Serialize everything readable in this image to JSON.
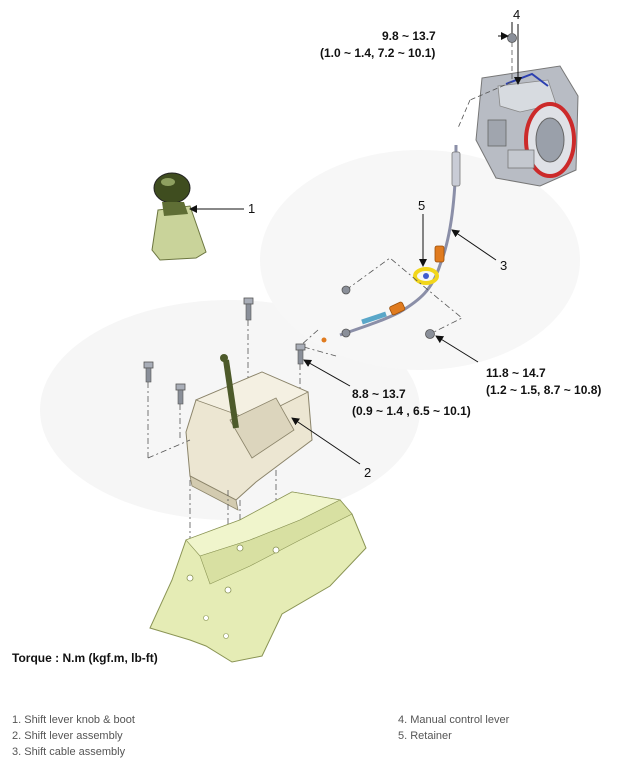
{
  "callouts": {
    "c1": "1",
    "c2": "2",
    "c3": "3",
    "c4": "4",
    "c5": "5"
  },
  "torques": {
    "lever_top": {
      "nm": "9.8 ~ 13.7",
      "alt": "(1.0 ~ 1.4, 7.2 ~ 10.1)"
    },
    "cable_nut": {
      "nm": "11.8 ~ 14.7",
      "alt": "(1.2 ~ 1.5, 8.7 ~ 10.8)"
    },
    "assembly_bolt": {
      "nm": "8.8 ~ 13.7",
      "alt": "(0.9 ~ 1.4 , 6.5 ~ 10.1)"
    }
  },
  "torque_caption": "Torque : N.m (kgf.m, lb-ft)",
  "legend": {
    "left": [
      "1. Shift lever knob & boot",
      "2. Shift lever assembly",
      "3. Shift cable assembly"
    ],
    "right": [
      "4. Manual control lever",
      "5. Retainer"
    ]
  },
  "colors": {
    "part_green": "#c9d39a",
    "part_cream": "#ece6d2",
    "knob_dark": "#3f4d1f",
    "cable_blue": "#5aa7c9",
    "cable_orange": "#e07b1f",
    "retainer_yellow": "#f2d61b",
    "trans_red": "#cc2a2a",
    "bolt_gray": "#8a8f99"
  }
}
